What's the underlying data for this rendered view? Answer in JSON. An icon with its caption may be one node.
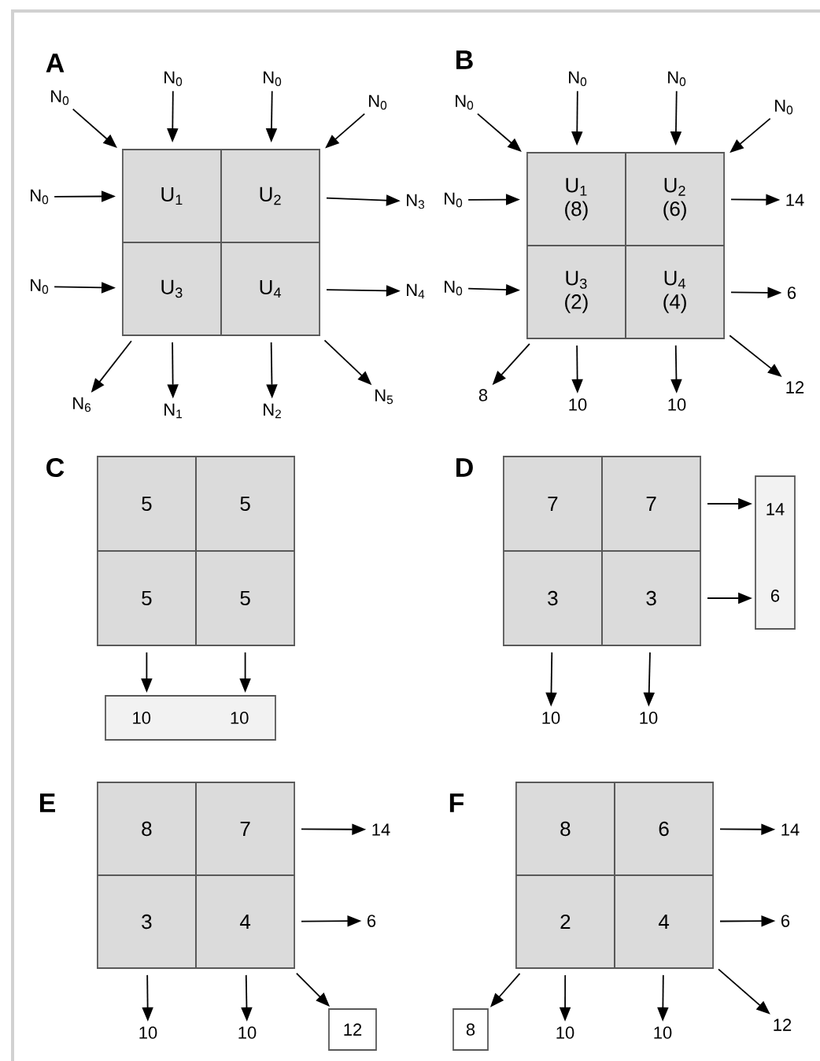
{
  "diagram": {
    "nodes": [
      {
        "text": [
          "N$_{0}$"
        ]
      },
      {
        "text": [
          "N$_{0}$"
        ]
      },
      {
        "text": [
          "N$_{0}$"
        ]
      },
      {
        "text": [
          "N$_{0}$"
        ]
      },
      {
        "text": [
          "N$_{0}$"
        ]
      },
      {
        "text": [
          "U$_{1}$"
        ]
      },
      {
        "text": [
          "U$_{2}$"
        ]
      },
      {
        "text": [
          "N$_{3}$"
        ]
      },
      {
        "text": [
          "N$_{0}$"
        ]
      },
      {
        "text": [
          "U$_{3}$"
        ]
      },
      {
        "text": [
          "U$_{4}$"
        ]
      },
      {
        "text": [
          "N$_{4}$"
        ]
      },
      {
        "text": [
          "N$_{6}$"
        ]
      },
      {
        "text": [
          "N$_{1}$"
        ]
      },
      {
        "text": [
          "N$_{2}$"
        ]
      },
      {
        "text": [
          "N$_{5}$"
        ]
      },
      {
        "text": [
          "N$_{0}$"
        ]
      },
      {
        "text": [
          "N$_{0}$"
        ]
      },
      {
        "text": [
          "N$_{0}$"
        ]
      },
      {
        "text": [
          "N$_{0}$"
        ]
      },
      {
        "text": [
          "N$_{0}$"
        ]
      },
      {
        "text": [
          "U$_{1}$",
          "(8)"
        ]
      },
      {
        "text": [
          "U$_{2}$",
          "(6)"
        ]
      },
      {
        "text": [
          "14"
        ]
      },
      {
        "text": [
          "N$_{0}$"
        ]
      },
      {
        "text": [
          "U$_{3}$",
          "(2)"
        ]
      },
      {
        "text": [
          "U$_{4}$",
          "(4)"
        ]
      },
      {
        "text": [
          "6"
        ]
      },
      {
        "text": [
          "8"
        ]
      },
      {
        "text": [
          "10"
        ]
      },
      {
        "text": [
          "10"
        ]
      },
      {
        "text": [
          "12"
        ]
      },
      {
        "text": [
          "5"
        ]
      },
      {
        "text": [
          "5"
        ]
      },
      {
        "text": [
          "5"
        ]
      },
      {
        "text": [
          "5"
        ]
      },
      {
        "text": [
          "10",
          "10"
        ]
      },
      {
        "text": [
          "7"
        ]
      },
      {
        "text": [
          "7"
        ]
      },
      {
        "text": [
          "3"
        ]
      },
      {
        "text": [
          "3"
        ]
      },
      {
        "text": [
          "14",
          "6"
        ]
      },
      {
        "text": [
          "10"
        ]
      },
      {
        "text": [
          "10"
        ]
      },
      {
        "text": [
          "8"
        ]
      },
      {
        "text": [
          "7"
        ]
      },
      {
        "text": [
          "14"
        ]
      },
      {
        "text": [
          "3"
        ]
      },
      {
        "text": [
          "4"
        ]
      },
      {
        "text": [
          "6"
        ]
      },
      {
        "text": [
          "10"
        ]
      },
      {
        "text": [
          "10"
        ]
      },
      {
        "text": [
          "12"
        ]
      },
      {
        "text": [
          "8"
        ]
      },
      {
        "text": [
          "6"
        ]
      },
      {
        "text": [
          "14"
        ]
      },
      {
        "text": [
          "2"
        ]
      },
      {
        "text": [
          "4"
        ]
      },
      {
        "text": [
          "6"
        ]
      },
      {
        "text": [
          "8"
        ]
      },
      {
        "text": [
          "10"
        ]
      },
      {
        "text": [
          "10"
        ]
      },
      {
        "text": [
          "12"
        ]
      }
    ],
    "edges": [
      {
        "from": 0,
        "to": 5,
        "arrow": "to"
      },
      {
        "from": 1,
        "to": 5,
        "arrow": "to"
      },
      {
        "from": 2,
        "to": 6,
        "arrow": "to"
      },
      {
        "from": 3,
        "to": 6,
        "arrow": "to"
      },
      {
        "from": 4,
        "to": 5,
        "arrow": "to"
      },
      {
        "from": 6,
        "to": 7,
        "arrow": "to"
      },
      {
        "from": 8,
        "to": 9,
        "arrow": "to"
      },
      {
        "from": 10,
        "to": 11,
        "arrow": "to"
      },
      {
        "from": 9,
        "to": 12,
        "arrow": "to"
      },
      {
        "from": 9,
        "to": 13,
        "arrow": "to"
      },
      {
        "from": 10,
        "to": 14,
        "arrow": "to"
      },
      {
        "from": 10,
        "to": 15,
        "arrow": "to"
      },
      {
        "from": 16,
        "to": 21,
        "arrow": "to"
      },
      {
        "from": 17,
        "to": 21,
        "arrow": "to"
      },
      {
        "from": 18,
        "to": 22,
        "arrow": "to"
      },
      {
        "from": 19,
        "to": 22,
        "arrow": "to"
      },
      {
        "from": 20,
        "to": 21,
        "arrow": "to"
      },
      {
        "from": 22,
        "to": 23,
        "arrow": "to"
      },
      {
        "from": 24,
        "to": 25,
        "arrow": "to"
      },
      {
        "from": 26,
        "to": 27,
        "arrow": "to"
      },
      {
        "from": 25,
        "to": 28,
        "arrow": "to"
      },
      {
        "from": 25,
        "to": 29,
        "arrow": "to"
      },
      {
        "from": 26,
        "to": 30,
        "arrow": "to"
      },
      {
        "from": 26,
        "to": 31,
        "arrow": "to"
      },
      {
        "from": 34,
        "to": 36,
        "arrow": "to"
      },
      {
        "from": 35,
        "to": 36,
        "arrow": "to"
      },
      {
        "from": 38,
        "to": 41,
        "arrow": "to"
      },
      {
        "from": 40,
        "to": 41,
        "arrow": "to"
      },
      {
        "from": 39,
        "to": 42,
        "arrow": "to"
      },
      {
        "from": 40,
        "to": 43,
        "arrow": "to"
      },
      {
        "from": 45,
        "to": 46,
        "arrow": "to"
      },
      {
        "from": 48,
        "to": 49,
        "arrow": "to"
      },
      {
        "from": 47,
        "to": 50,
        "arrow": "to"
      },
      {
        "from": 48,
        "to": 51,
        "arrow": "to"
      },
      {
        "from": 48,
        "to": 52,
        "arrow": "to"
      },
      {
        "from": 54,
        "to": 55,
        "arrow": "to"
      },
      {
        "from": 57,
        "to": 58,
        "arrow": "to"
      },
      {
        "from": 56,
        "to": 59,
        "arrow": "to"
      },
      {
        "from": 56,
        "to": 60,
        "arrow": "to"
      },
      {
        "from": 57,
        "to": 61,
        "arrow": "to"
      },
      {
        "from": 57,
        "to": 62,
        "arrow": "to"
      }
    ],
    "labels": [
      "A",
      "B",
      "C",
      "D",
      "E",
      "F"
    ]
  }
}
